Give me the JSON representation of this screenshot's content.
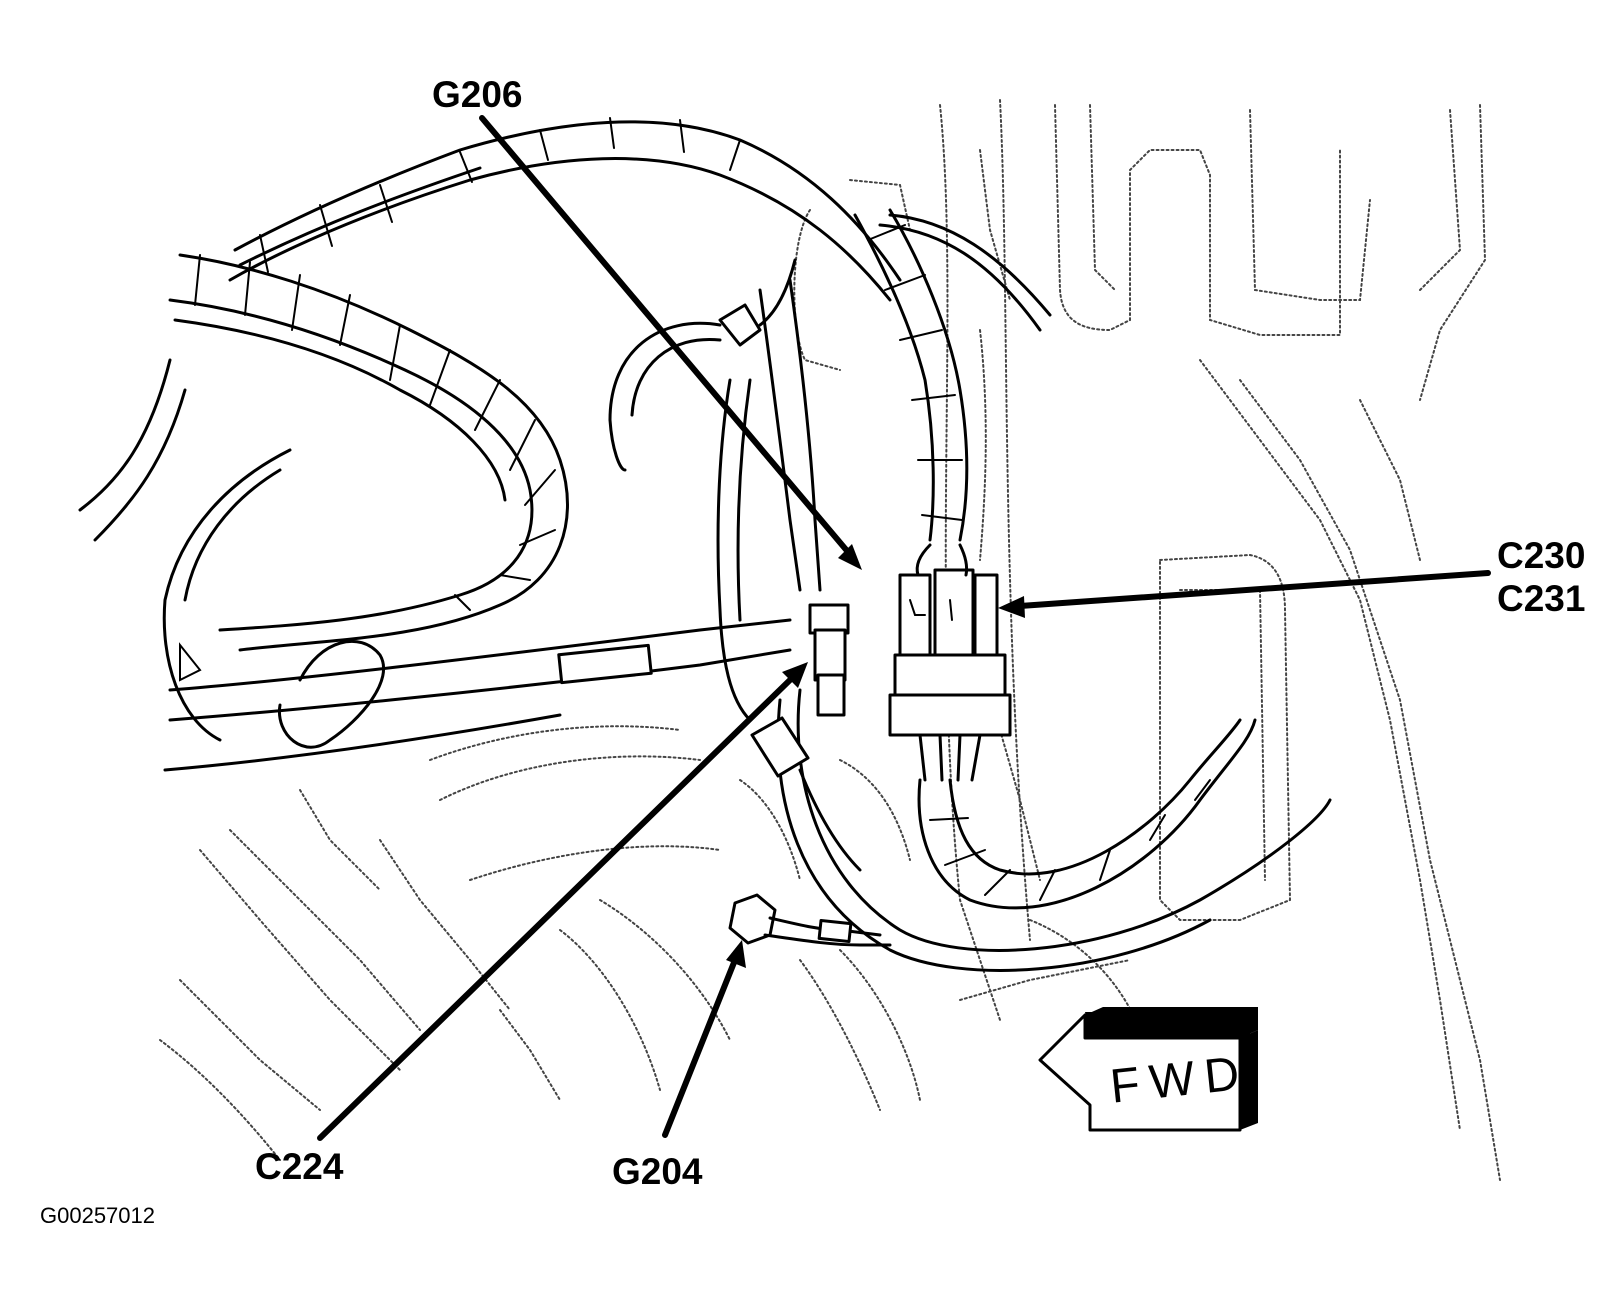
{
  "figure_id": "G00257012",
  "labels": {
    "g206": "G206",
    "c230": "C230",
    "c231": "C231",
    "c224": "C224",
    "g204": "G204"
  },
  "direction_arrow": {
    "text": "FWD"
  }
}
